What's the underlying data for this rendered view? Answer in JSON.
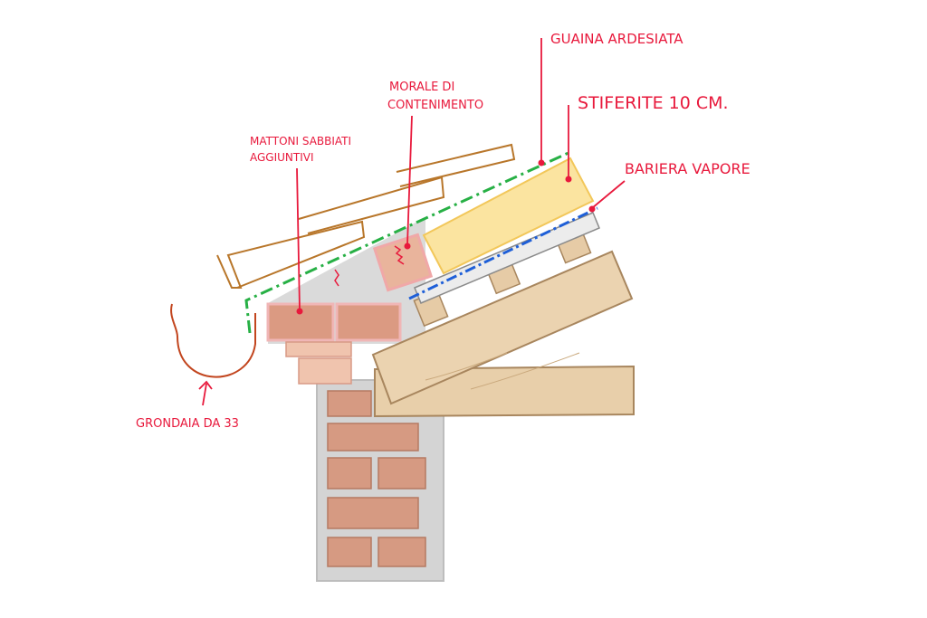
{
  "labels": {
    "guaina": "GUAINA ARDESIATA",
    "stiferite": "STIFERITE 10 CM.",
    "barriera": "BARIERA VAPORE",
    "morale_line1": "MORALE DI",
    "morale_line2": "CONTENIMENTO",
    "mattoni_line1": "MATTONI SABBIATI",
    "mattoni_line2": "AGGIUNTIVI",
    "grondaia": "GRONDAIA DA 33"
  },
  "colors": {
    "annotation": "#e8193c",
    "timber": "#e9cfaa",
    "timber_stroke": "#b8936a",
    "brick": "#d99a80",
    "brick_light": "#f0c8b4",
    "mortar": "#d2d2d2",
    "insulation": "#fbe6a0",
    "sheath_green": "#2fb84a",
    "vapour_blue": "#1e5fd8",
    "tile_brown": "#b8762a"
  }
}
